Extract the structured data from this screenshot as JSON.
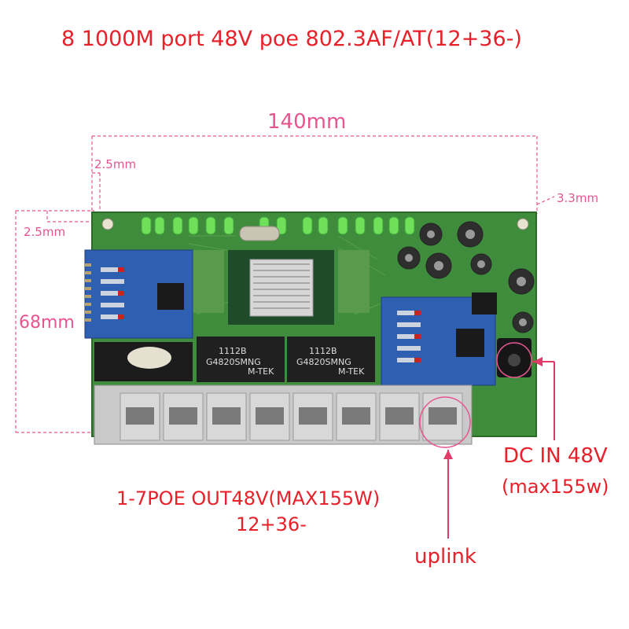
{
  "title": "8 1000M port 48V poe 802.3AF/AT(12+36-)",
  "dimensions": {
    "width": "140mm",
    "height": "68mm",
    "offset_top_left": "2.5mm",
    "offset_left": "2.5mm",
    "offset_right": "3.3mm"
  },
  "annotations": {
    "poe_out": "1-7POE OUT48V(MAX155W)",
    "poe_pinout": "12+36-",
    "uplink": "uplink",
    "dc_in": "DC IN 48V",
    "dc_max": "(max155w)"
  },
  "chips": {
    "transformer_1_line1": "1112B",
    "transformer_1_line2": "G4820SMNG",
    "transformer_1_brand": "M-TEK",
    "transformer_2_line1": "1112B",
    "transformer_2_line2": "G4820SMNG",
    "transformer_2_brand": "M-TEK"
  },
  "colors": {
    "title": "#e8202a",
    "dimension": "#e5558f",
    "pcb": "#3f8c3c",
    "poe_module": "#2f5fb0",
    "led": "#6fe05a"
  },
  "port_count": 8
}
